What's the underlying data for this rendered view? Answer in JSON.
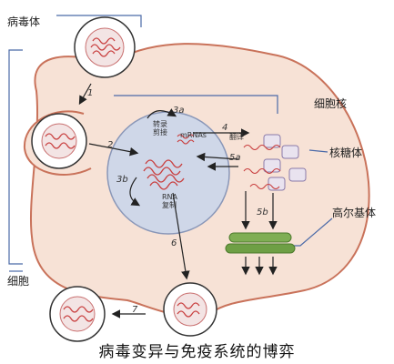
{
  "labels": {
    "virus": "病毒体",
    "nucleus": "细胞核",
    "ribosome": "核糖体",
    "golgi": "高尔基体",
    "cell": "细胞"
  },
  "steps": {
    "s1": "1",
    "s2": "2",
    "s3a": "3a",
    "s3b": "3b",
    "s4": "4",
    "s5a": "5a",
    "s5b": "5b",
    "s6": "6",
    "s7": "7"
  },
  "inner_text": {
    "transcription": "转录\n剪接",
    "mrnas": "mRNAs",
    "translation": "翻译",
    "rna_replication": "RNA\n复制"
  },
  "caption": "病毒变异与免疫系统的博弈"
}
